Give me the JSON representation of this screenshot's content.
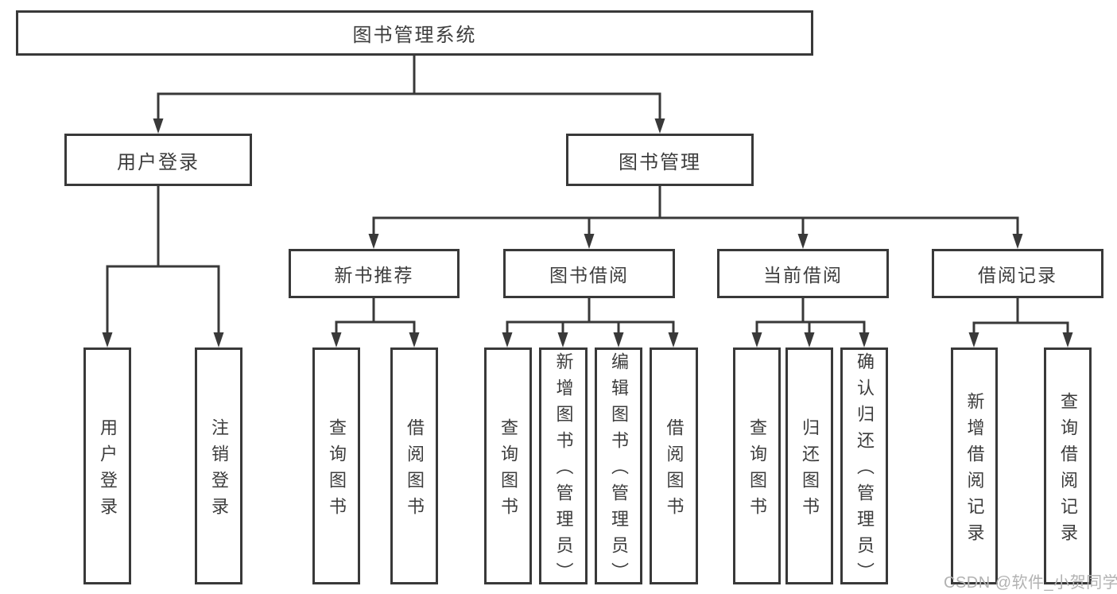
{
  "diagram": {
    "type": "hierarchy-tree",
    "colors": {
      "line": "#393939",
      "text": "#3d3d3d",
      "box_background": "#ffffff",
      "page_background": "#ffffff",
      "watermark": "#b2b2b2"
    },
    "tree": {
      "label": "图书管理系统",
      "children": [
        {
          "label": "用户登录",
          "children": [
            {
              "label": "用户登录"
            },
            {
              "label": "注销登录"
            }
          ]
        },
        {
          "label": "图书管理",
          "children": [
            {
              "label": "新书推荐",
              "children": [
                {
                  "label": "查询图书"
                },
                {
                  "label": "借阅图书"
                }
              ]
            },
            {
              "label": "图书借阅",
              "children": [
                {
                  "label": "查询图书"
                },
                {
                  "label": "新增图书（管理员）"
                },
                {
                  "label": "编辑图书（管理员）"
                },
                {
                  "label": "借阅图书"
                }
              ]
            },
            {
              "label": "当前借阅",
              "children": [
                {
                  "label": "查询图书"
                },
                {
                  "label": "归还图书"
                },
                {
                  "label": "确认归还（管理员）"
                }
              ]
            },
            {
              "label": "借阅记录",
              "children": [
                {
                  "label": "新增借阅记录"
                },
                {
                  "label": "查询借阅记录"
                }
              ]
            }
          ]
        }
      ]
    }
  },
  "watermark": {
    "text": "CSDN @软件_小贺同学"
  }
}
